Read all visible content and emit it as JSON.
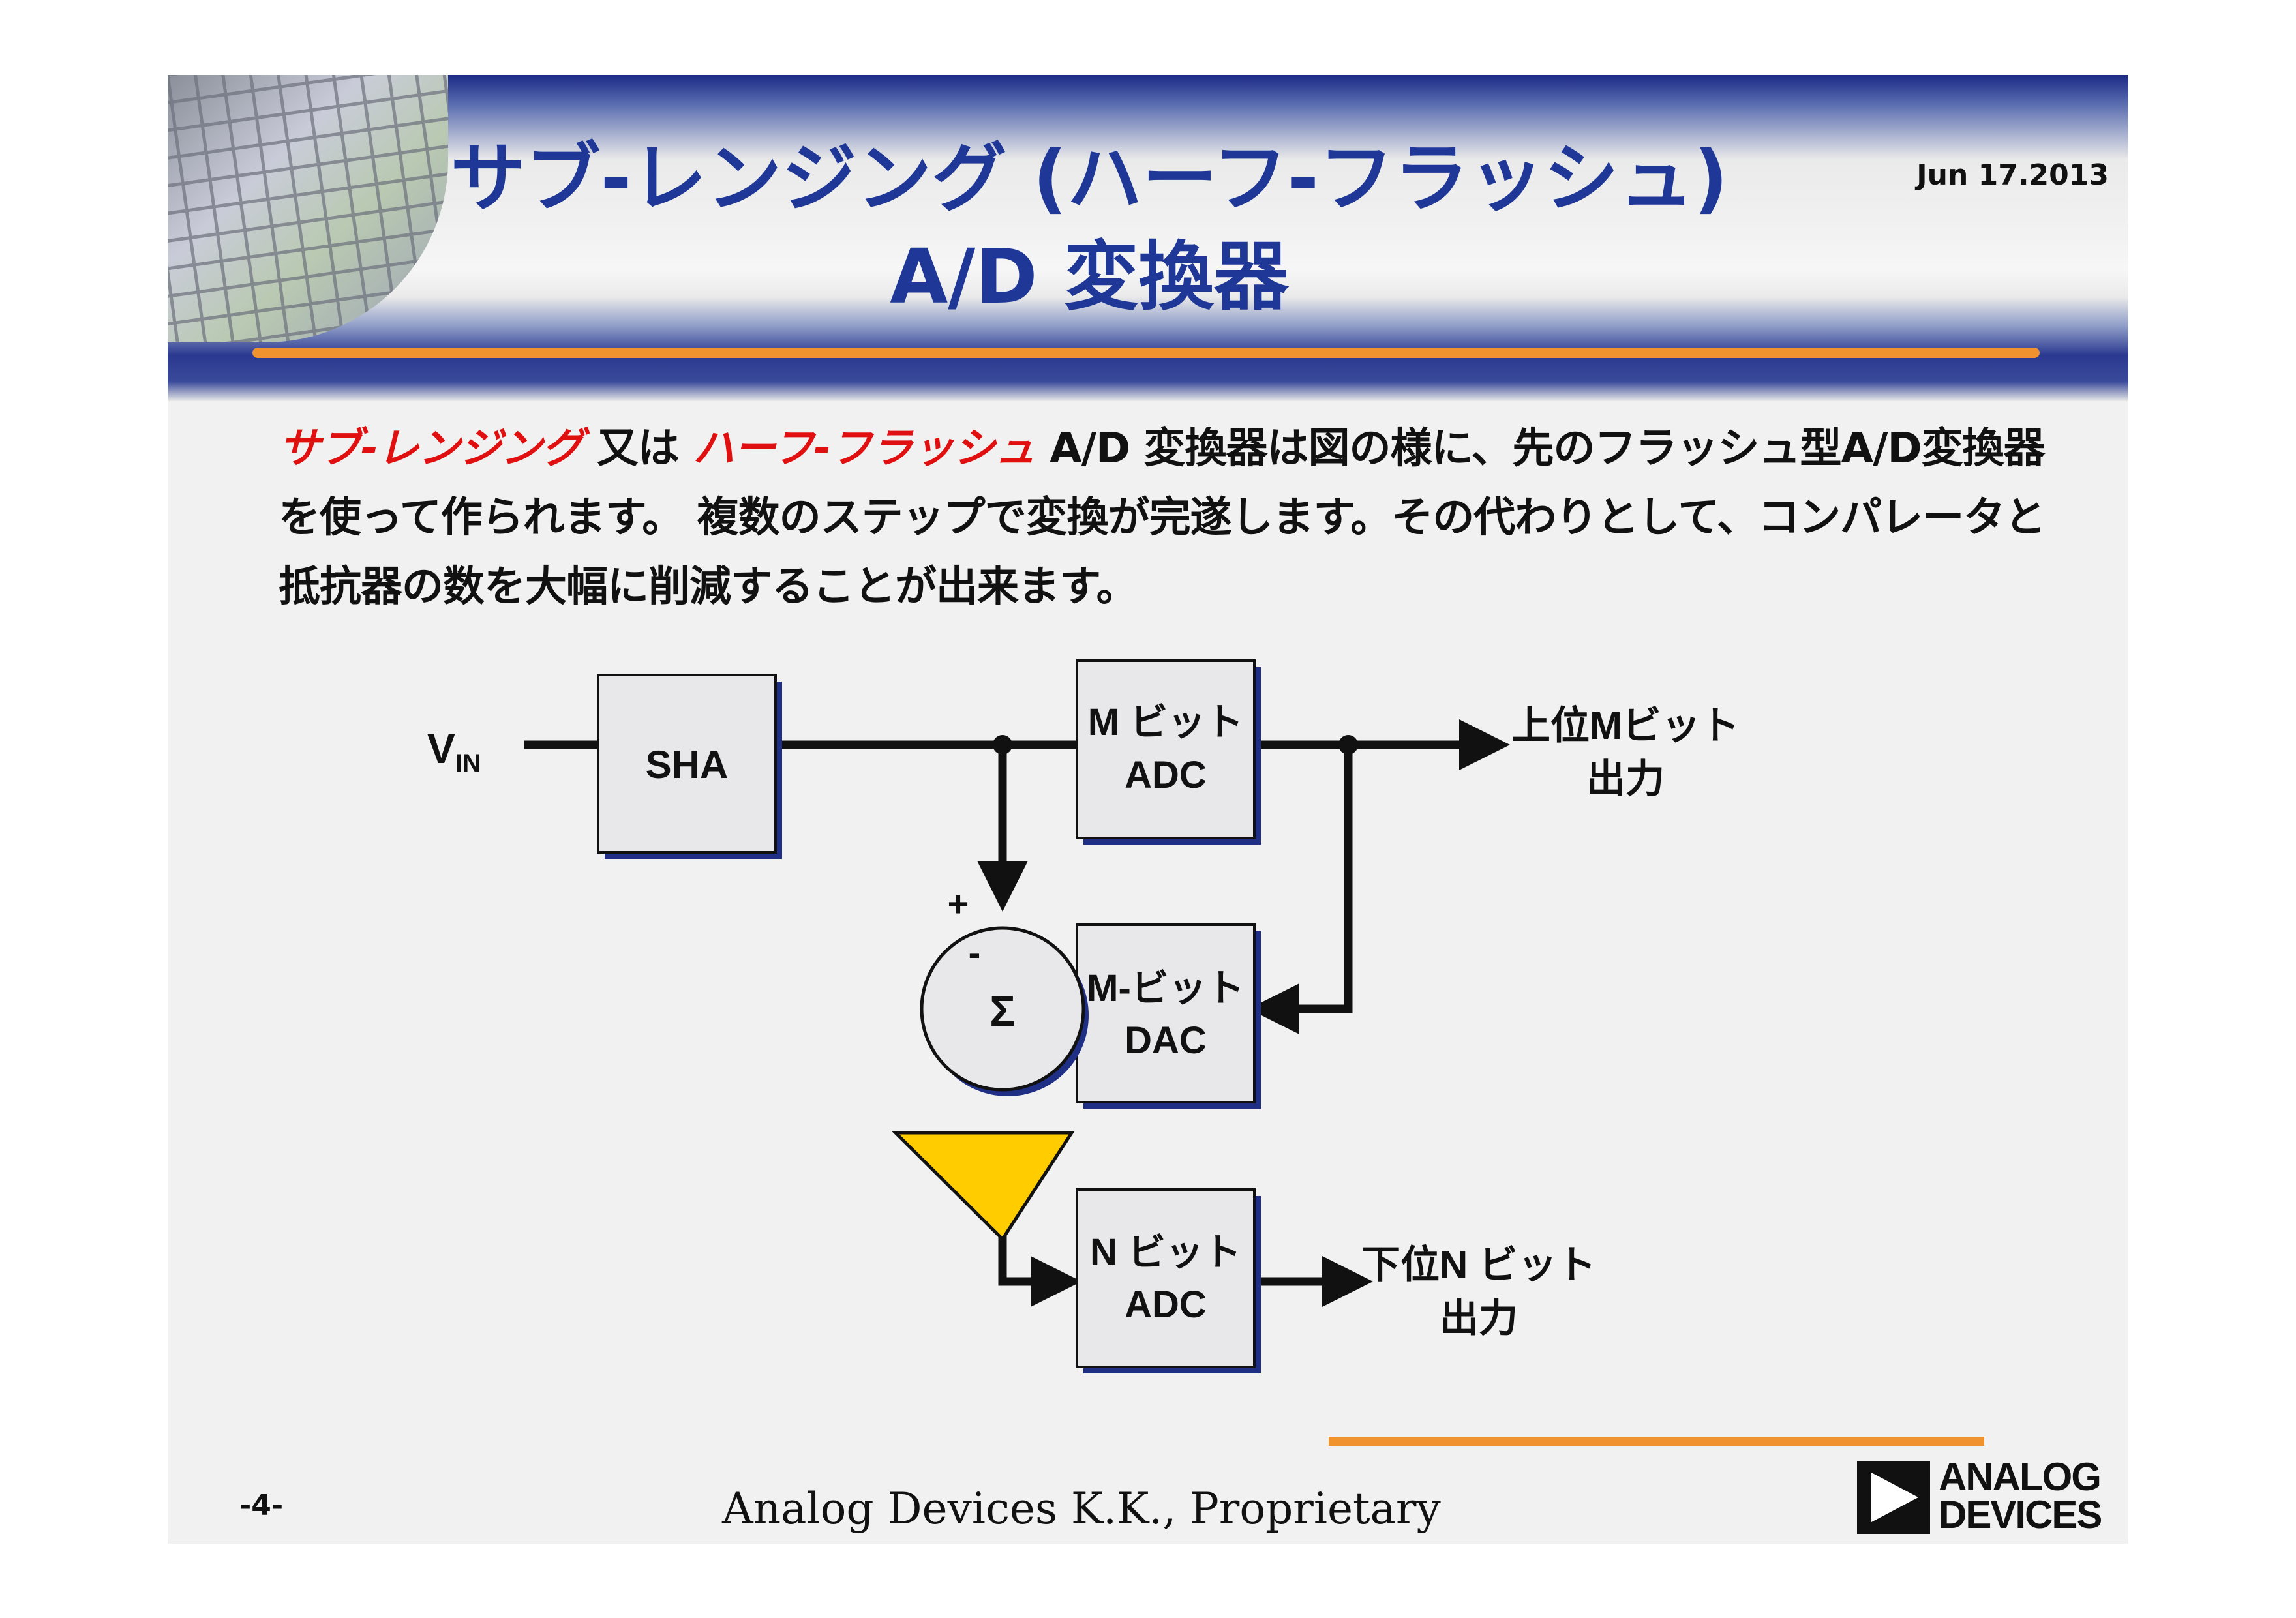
{
  "slide": {
    "title_line1": "サブ-レンジング (ハーフ-フラッシュ)",
    "title_line2": "A/D 変換器",
    "date": "Jun 17.2013",
    "body": {
      "highlight1": "サブ-レンジング",
      "text1": " 又は ",
      "highlight2": "ハーフ-フラッシュ",
      "text2": " A/D 変換器は図の様に、先のフラッシュ型A/D変換器を使って作られます。 複数のステップで変換が完遂します。その代わりとして、コンパレータと抵抗器の数を大幅に削減することが出来ます。"
    },
    "page_number": "-4-",
    "footer": "Analog Devices K.K., Proprietary",
    "logo": {
      "line1": "ANALOG",
      "line2": "DEVICES"
    }
  },
  "diagram": {
    "input_v": "V",
    "input_sub": "IN",
    "sha": "SHA",
    "m_adc_line1": "M ビット",
    "m_adc_line2": "ADC",
    "m_dac_line1": "M-ビット",
    "m_dac_line2": "DAC",
    "n_adc_line1": "N  ビット",
    "n_adc_line2": "ADC",
    "sum_symbol": "Σ",
    "plus": "+",
    "minus": "-",
    "upper_out_line1": "上位Mビット",
    "upper_out_line2": "出力",
    "lower_out_line1": "下位N ビット",
    "lower_out_line2": "出力"
  },
  "colors": {
    "title": "#1f3796",
    "accent_orange": "#f0922e",
    "highlight_red": "#e01010",
    "amplifier_yellow": "#ffcc00",
    "block_fill": "#e8e8ea",
    "block_shadow": "#1f2f86"
  }
}
